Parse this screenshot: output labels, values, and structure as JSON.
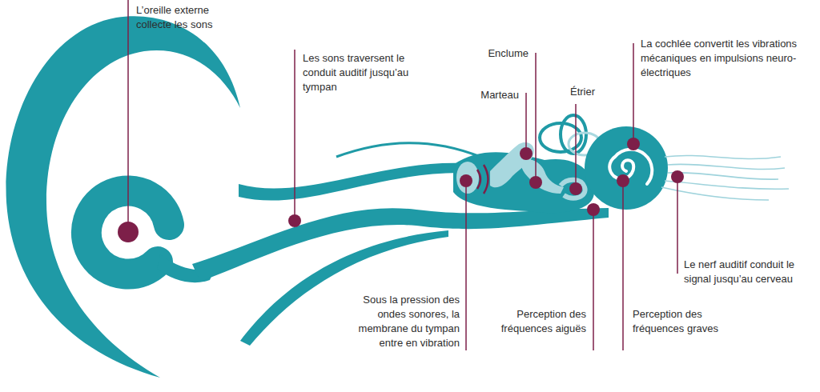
{
  "diagram": {
    "labels": [
      "L’oreille externe collecte les sons",
      "Les sons traversent le conduit auditif jusqu’au tympan",
      "Enclume",
      "Marteau",
      "Étrier",
      "La cochlée convertit les vibrations mécaniques en impulsions neuro-électriques",
      "Le nerf auditif conduit le signal jusqu’au cerveau",
      "Sous la pression des ondes sonores, la membrane du tympan entre en vibration",
      "Perception des fréquences aiguës",
      "Perception des fréquences graves"
    ]
  }
}
